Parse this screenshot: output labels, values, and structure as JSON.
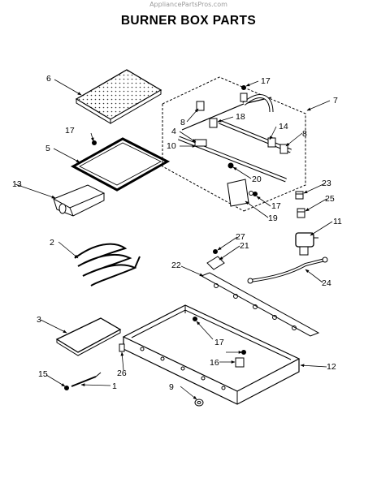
{
  "watermark": "AppliancePartsPros.com",
  "title": "BURNER BOX PARTS",
  "callouts": [
    {
      "id": "c6",
      "label": "6"
    },
    {
      "id": "c17a",
      "label": "17"
    },
    {
      "id": "c7",
      "label": "7"
    },
    {
      "id": "c8a",
      "label": "8"
    },
    {
      "id": "c18",
      "label": "18"
    },
    {
      "id": "c17b",
      "label": "17"
    },
    {
      "id": "c4",
      "label": "4"
    },
    {
      "id": "c14",
      "label": "14"
    },
    {
      "id": "c8b",
      "label": "8"
    },
    {
      "id": "c5",
      "label": "5"
    },
    {
      "id": "c10",
      "label": "10"
    },
    {
      "id": "c20",
      "label": "20"
    },
    {
      "id": "c13",
      "label": "13"
    },
    {
      "id": "c23",
      "label": "23"
    },
    {
      "id": "c17c",
      "label": "17"
    },
    {
      "id": "c25",
      "label": "25"
    },
    {
      "id": "c19",
      "label": "19"
    },
    {
      "id": "c11",
      "label": "11"
    },
    {
      "id": "c2",
      "label": "2"
    },
    {
      "id": "c27",
      "label": "27"
    },
    {
      "id": "c21",
      "label": "21"
    },
    {
      "id": "c22",
      "label": "22"
    },
    {
      "id": "c24",
      "label": "24"
    },
    {
      "id": "c3",
      "label": "3"
    },
    {
      "id": "c17d",
      "label": "17"
    },
    {
      "id": "c26",
      "label": "26"
    },
    {
      "id": "c16",
      "label": "16"
    },
    {
      "id": "c12",
      "label": "12"
    },
    {
      "id": "c15",
      "label": "15"
    },
    {
      "id": "c1",
      "label": "1"
    },
    {
      "id": "c9",
      "label": "9"
    }
  ]
}
